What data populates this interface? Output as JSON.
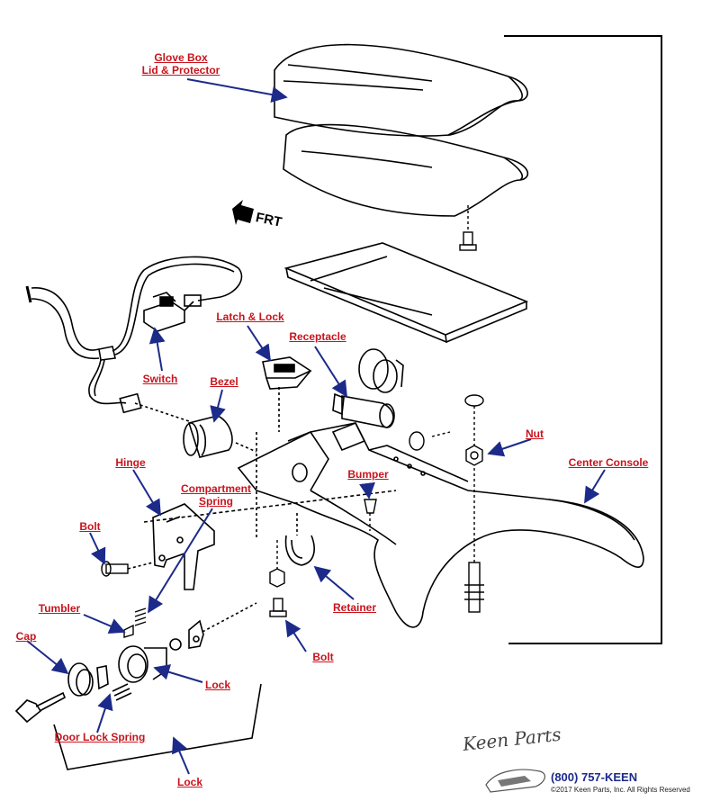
{
  "labels": {
    "glove_box_lid": [
      "Glove Box",
      "Lid & Protector"
    ],
    "latch_lock": "Latch & Lock",
    "receptacle": "Receptacle",
    "switch": "Switch",
    "bezel": "Bezel",
    "nut": "Nut",
    "center_console": "Center Console",
    "hinge": "Hinge",
    "compartment_spring": [
      "Compartment",
      "Spring"
    ],
    "bumper": "Bumper",
    "bolt_left": "Bolt",
    "tumbler": "Tumbler",
    "retainer": "Retainer",
    "cap": "Cap",
    "lock_middle": "Lock",
    "bolt_bottom": "Bolt",
    "door_lock_spring": "Door Lock Spring",
    "lock_bottom": "Lock"
  },
  "direction_marker": "FRT",
  "brand": {
    "logo_text": "Keen Parts",
    "phone": "(800) 757-KEEN",
    "copyright": "©2017 Keen Parts, Inc. All Rights Reserved"
  },
  "colors": {
    "label_text": "#c8141e",
    "leader_arrow": "#1c2a8a",
    "line_art": "#000000"
  }
}
